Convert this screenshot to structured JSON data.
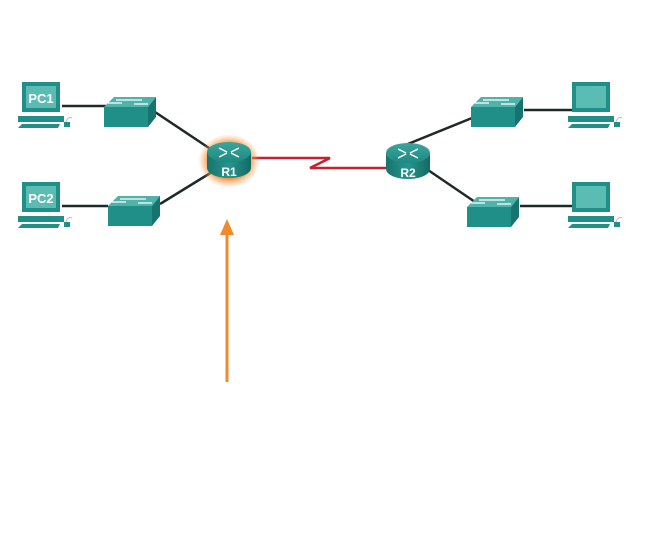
{
  "diagram": {
    "devices": {
      "pc1": {
        "label": "PC1"
      },
      "pc2": {
        "label": "PC2"
      },
      "r1": {
        "label": "R1",
        "highlighted": true
      },
      "r2": {
        "label": "R2"
      }
    },
    "colors": {
      "device": "#1f8f87",
      "device_light": "#5bbcb3",
      "ethernet_link": "#1e2a28",
      "serial_link": "#c8202f",
      "highlight": "#f07b1e",
      "arrow": "#f08a2c"
    }
  }
}
